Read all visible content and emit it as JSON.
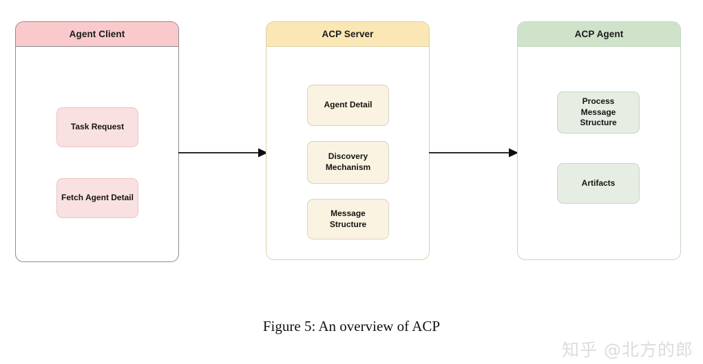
{
  "figure": {
    "caption": "Figure 5: An overview of ACP",
    "watermark": "知乎 @北方的郎"
  },
  "colors": {
    "pink_header": "#fac9cb",
    "pink_node": "#fae1e1",
    "yellow_header": "#fbe7b5",
    "cream_node": "#faf3e1",
    "green_header": "#cfe3cb",
    "green_node": "#e6ede3",
    "arrow": "#2b2b2b",
    "watermark": "#dcdcdc"
  },
  "panels": [
    {
      "id": "agent-client",
      "title": "Agent Client",
      "nodes": [
        {
          "id": "task-request",
          "label": "Task Request"
        },
        {
          "id": "fetch-agent-detail",
          "label": "Fetch Agent Detail"
        }
      ]
    },
    {
      "id": "acp-server",
      "title": "ACP Server",
      "nodes": [
        {
          "id": "agent-detail",
          "label": "Agent Detail"
        },
        {
          "id": "discovery-mechanism",
          "label": "Discovery\nMechanism"
        },
        {
          "id": "message-structure",
          "label": "Message\nStructure"
        }
      ]
    },
    {
      "id": "acp-agent",
      "title": "ACP Agent",
      "nodes": [
        {
          "id": "process-message-structure",
          "label": "Process\nMessage\nStructure"
        },
        {
          "id": "artifacts",
          "label": "Artifacts"
        }
      ]
    }
  ],
  "arrows": [
    {
      "id": "client-to-server",
      "from": "agent-client",
      "to": "acp-server"
    },
    {
      "id": "server-to-agent",
      "from": "acp-server",
      "to": "acp-agent"
    }
  ]
}
